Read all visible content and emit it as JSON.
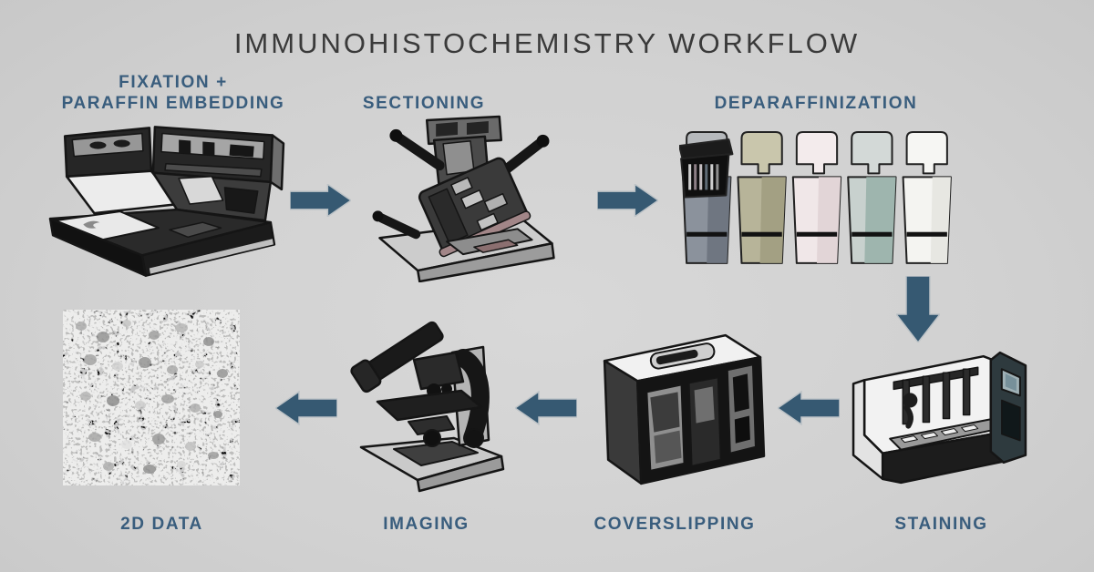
{
  "title": "IMMUNOHISTOCHEMISTRY WORKFLOW",
  "colors": {
    "background": "#d1d1d1",
    "label_accent": "#395d7d",
    "arrow_fill": "#365972",
    "arrow_edge": "#bdc3c7",
    "title_text": "#3a3a3a"
  },
  "steps": [
    {
      "name": "fixation-paraffin-embedding",
      "label_lines": [
        "FIXATION +",
        "PARAFFIN EMBEDDING"
      ],
      "illustration": "tissue-processor"
    },
    {
      "name": "sectioning",
      "label_lines": [
        "SECTIONING"
      ],
      "illustration": "microtome"
    },
    {
      "name": "deparaffinization",
      "label_lines": [
        "DEPARAFFINIZATION"
      ],
      "illustration": "staining-dish-row"
    },
    {
      "name": "staining",
      "label_lines": [
        "STAINING"
      ],
      "illustration": "autostainer"
    },
    {
      "name": "coverslipping",
      "label_lines": [
        "COVERSLIPPING"
      ],
      "illustration": "coverslipper"
    },
    {
      "name": "imaging",
      "label_lines": [
        "IMAGING"
      ],
      "illustration": "microscope"
    },
    {
      "name": "2d-data",
      "label_lines": [
        "2D DATA"
      ],
      "illustration": "fluorescence-micrograph"
    }
  ],
  "arrows": [
    {
      "name": "arrow-fixation-to-sectioning",
      "direction": "right"
    },
    {
      "name": "arrow-sectioning-to-deparaffinization",
      "direction": "right"
    },
    {
      "name": "arrow-deparaffinization-to-staining",
      "direction": "down"
    },
    {
      "name": "arrow-staining-to-coverslipping",
      "direction": "left"
    },
    {
      "name": "arrow-coverslipping-to-imaging",
      "direction": "left"
    },
    {
      "name": "arrow-imaging-to-2d-data",
      "direction": "left"
    }
  ]
}
